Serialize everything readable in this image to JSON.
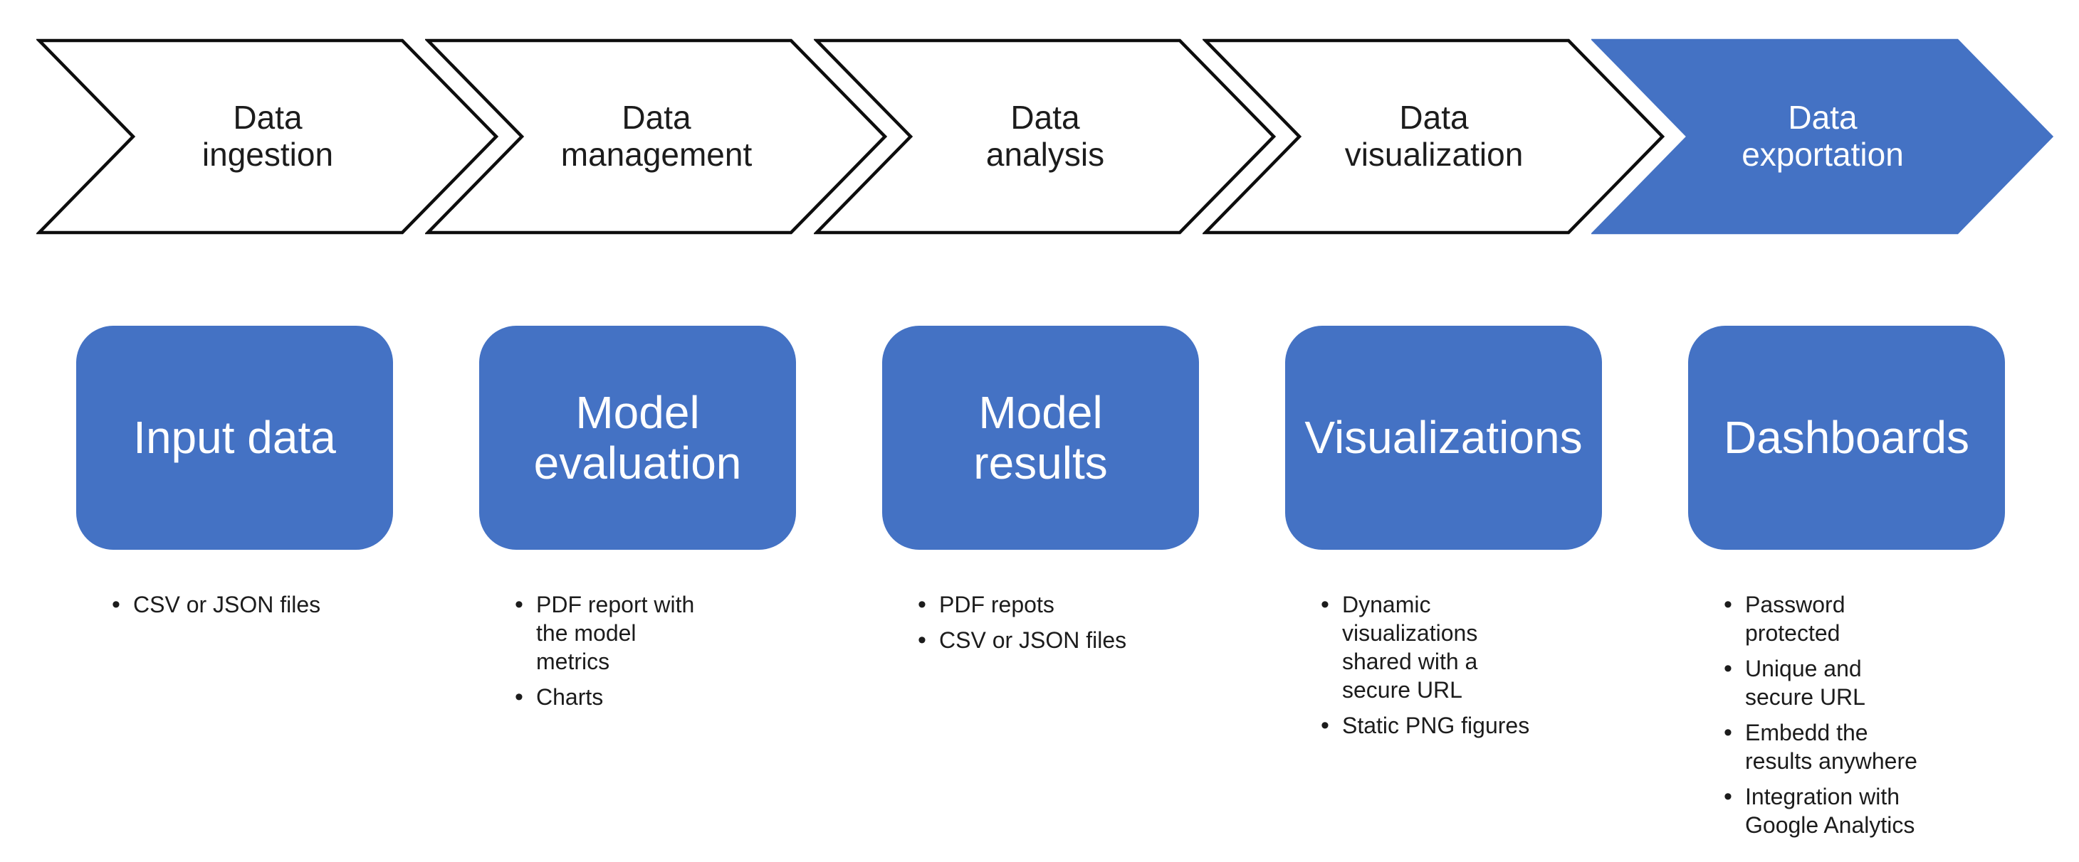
{
  "diagram": {
    "bullet_char": "•",
    "colors": {
      "accent_blue": "#4472C4",
      "outline": "#0d0d0d",
      "text_dark": "#1c1c1c",
      "text_light": "#ffffff",
      "background": "#ffffff"
    },
    "steps": [
      {
        "label": "Data\ningestion"
      },
      {
        "label": "Data\nmanagement"
      },
      {
        "label": "Data\nanalysis"
      },
      {
        "label": "Data\nvisualization"
      },
      {
        "label": "Data\nexportation"
      }
    ],
    "columns": [
      {
        "title": "Input data",
        "bullets": [
          "CSV or JSON files"
        ]
      },
      {
        "title": "Model\nevaluation",
        "bullets": [
          "PDF report with\nthe model\nmetrics",
          "Charts"
        ]
      },
      {
        "title": "Model\nresults",
        "bullets": [
          "PDF repots",
          "CSV or JSON files"
        ]
      },
      {
        "title": "Visualizations",
        "bullets": [
          "Dynamic\nvisualizations\nshared with a\nsecure URL",
          "Static PNG figures"
        ]
      },
      {
        "title": "Dashboards",
        "bullets": [
          "Password\nprotected",
          "Unique and\nsecure URL",
          "Embedd the\nresults anywhere",
          "Integration with\nGoogle Analytics"
        ]
      }
    ]
  }
}
